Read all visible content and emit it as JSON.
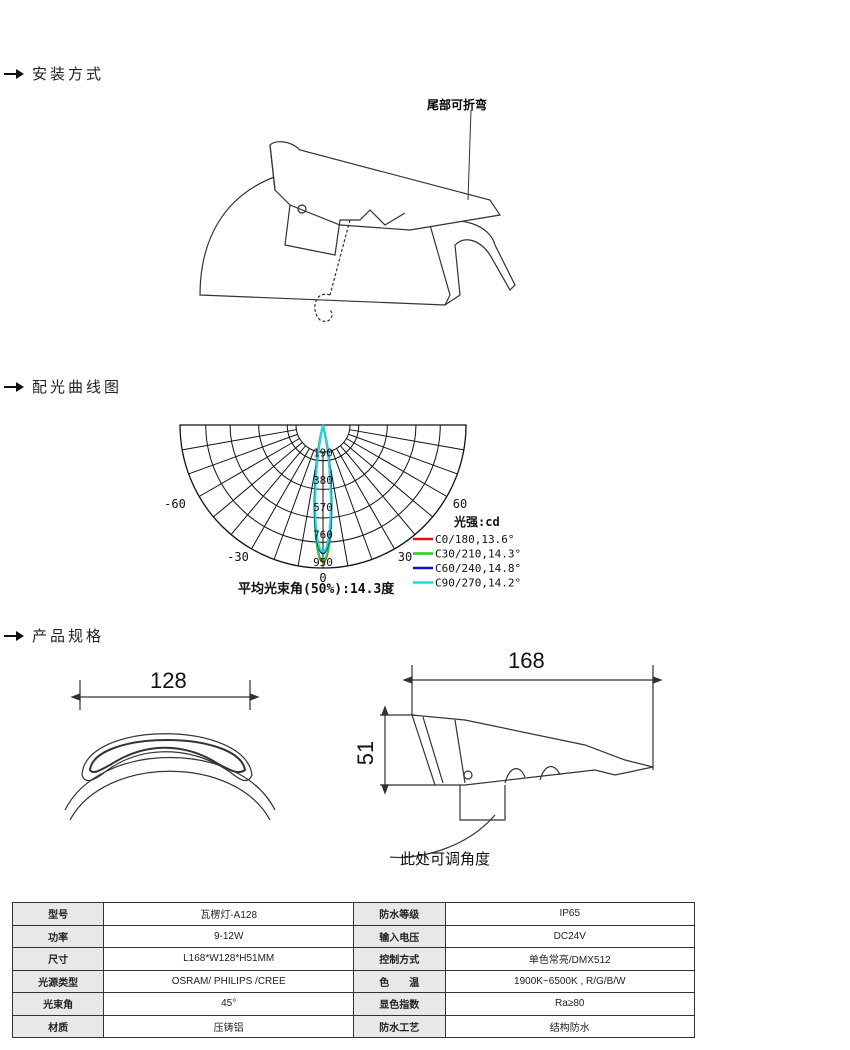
{
  "sections": {
    "install": "安装方式",
    "curve": "配光曲线图",
    "spec": "产品规格"
  },
  "install_note": "尾部可折弯",
  "adjust_note": "此处可调角度",
  "dimensions": {
    "width": "128",
    "length": "168",
    "height": "51"
  },
  "chart_data": {
    "type": "polar",
    "title": "平均光束角(50%):14.3度",
    "unit_label": "光强:cd",
    "ring_values": [
      190,
      380,
      570,
      760,
      950
    ],
    "angle_labels": [
      "-60",
      "-30",
      "0",
      "30",
      "60"
    ],
    "rmax": 950,
    "series": [
      {
        "name": "C0/180,13.6°",
        "beam_angle": 13.6,
        "peak": 950,
        "color": "#e01010"
      },
      {
        "name": "C30/210,14.3°",
        "beam_angle": 14.3,
        "peak": 940,
        "color": "#20d020"
      },
      {
        "name": "C60/240,14.8°",
        "beam_angle": 14.8,
        "peak": 890,
        "color": "#1010c0"
      },
      {
        "name": "C90/270,14.2°",
        "beam_angle": 14.2,
        "peak": 880,
        "color": "#10e0e0"
      }
    ]
  },
  "spec_table": [
    [
      "型号",
      "瓦楞灯-A128",
      "防水等级",
      "IP65"
    ],
    [
      "功率",
      "9-12W",
      "输入电压",
      "DC24V"
    ],
    [
      "尺寸",
      "L168*W128*H51MM",
      "控制方式",
      "单色常亮/DMX512"
    ],
    [
      "光源类型",
      "OSRAM/ PHILIPS /CREE",
      "色　　温",
      "1900K~6500K , R/G/B/W"
    ],
    [
      "光束角",
      "45°",
      "显色指数",
      "Ra≥80"
    ],
    [
      "材质",
      "压铸铝",
      "防水工艺",
      "结构防水"
    ]
  ]
}
